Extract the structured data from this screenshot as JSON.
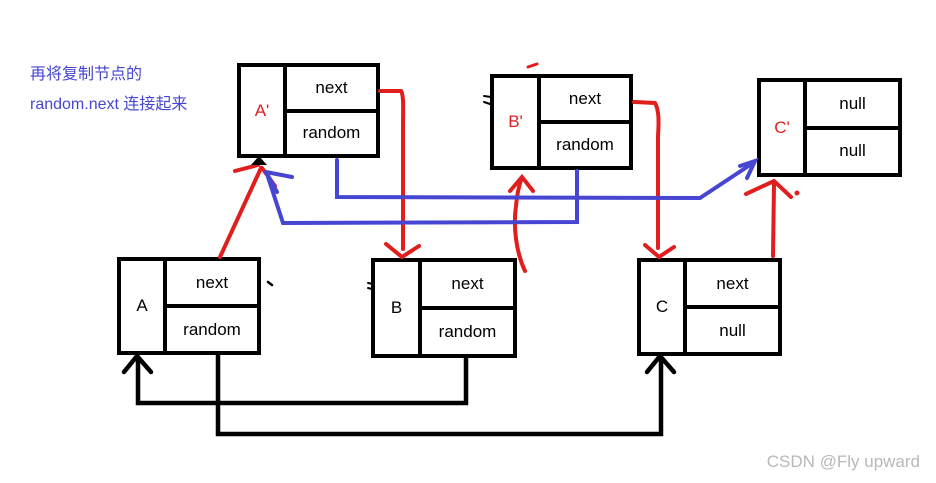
{
  "annotation": {
    "line1": "再将复制节点的",
    "line2": "random.next 连接起来"
  },
  "nodes": {
    "a_copy": {
      "label": "A'",
      "cell_top": "next",
      "cell_bottom": "random"
    },
    "b_copy": {
      "label": "B'",
      "cell_top": "next",
      "cell_bottom": "random"
    },
    "c_copy": {
      "label": "C'",
      "cell_top": "null",
      "cell_bottom": "null"
    },
    "a": {
      "label": "A",
      "cell_top": "next",
      "cell_bottom": "random"
    },
    "b": {
      "label": "B",
      "cell_top": "next",
      "cell_bottom": "random"
    },
    "c": {
      "label": "C",
      "cell_top": "next",
      "cell_bottom": "null"
    }
  },
  "edges": [
    {
      "from": "A",
      "to": "A'",
      "color": "red"
    },
    {
      "from": "A'.next",
      "to": "B",
      "color": "red"
    },
    {
      "from": "B",
      "to": "B'",
      "color": "red"
    },
    {
      "from": "B'.next",
      "to": "C",
      "color": "red"
    },
    {
      "from": "C",
      "to": "C'",
      "color": "red"
    },
    {
      "from": "A'.random",
      "to": "C'",
      "color": "blue"
    },
    {
      "from": "B'.random",
      "to": "A'",
      "color": "blue"
    },
    {
      "from": "B.random",
      "to": "A",
      "color": "black"
    },
    {
      "from": "A.random",
      "to": "C",
      "color": "black"
    }
  ],
  "colors": {
    "red": "#e01e1e",
    "blue": "#4646d2",
    "black": "#000000",
    "annotation": "#4646d2",
    "watermark": "#b8b8b8"
  },
  "watermark": {
    "text": "CSDN @Fly upward"
  }
}
